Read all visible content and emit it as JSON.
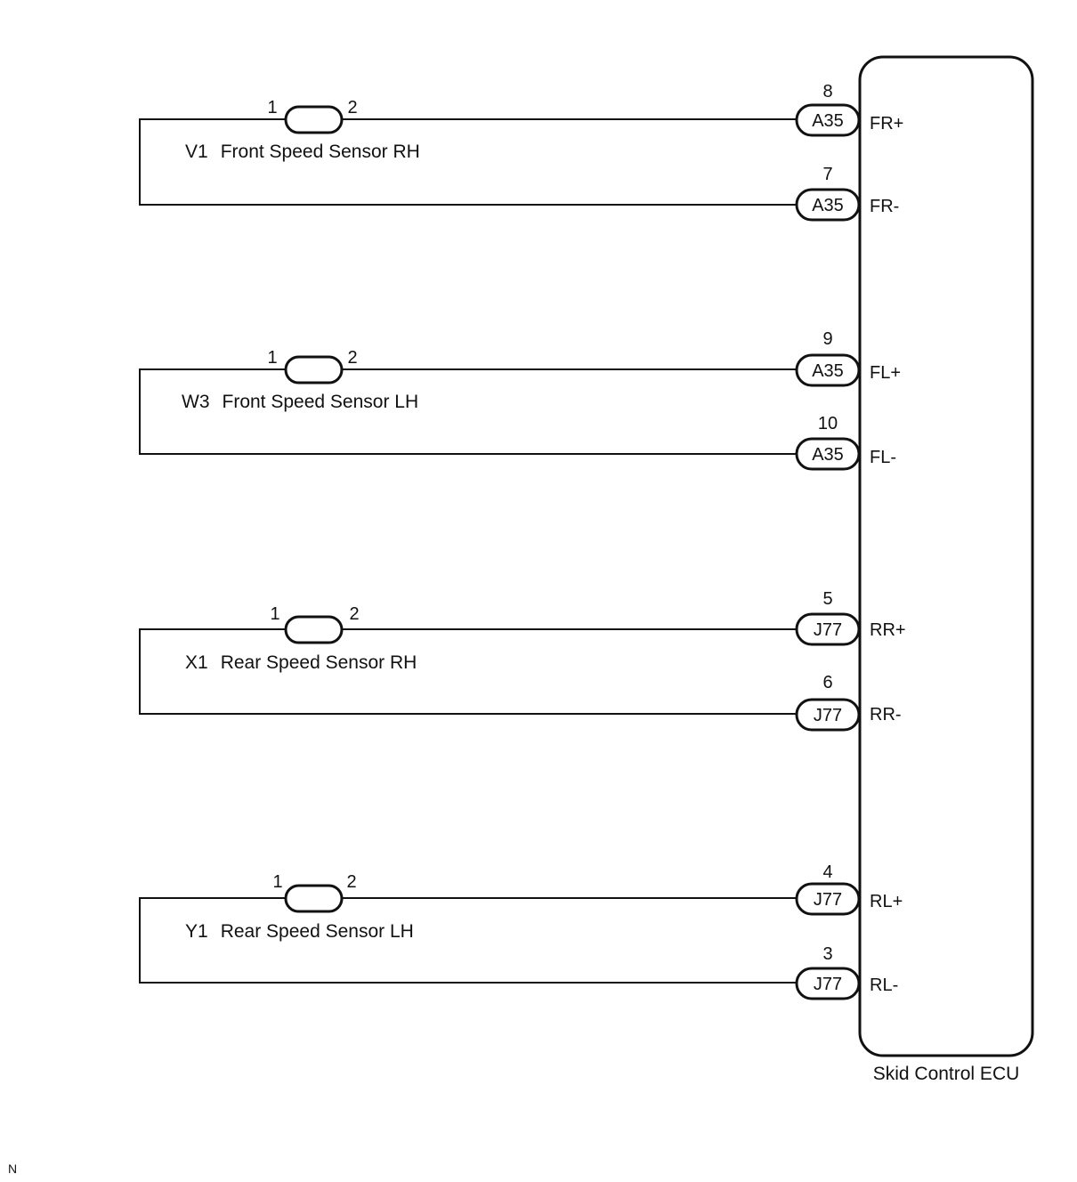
{
  "ecu": {
    "label": "Skid Control ECU"
  },
  "corner_mark": "N",
  "sensors": [
    {
      "code": "V1",
      "name": "Front Speed Sensor RH",
      "sensor_pins": [
        "1",
        "2"
      ],
      "upper": {
        "connector": "A35",
        "pin": "8",
        "terminal": "FR+"
      },
      "lower": {
        "connector": "A35",
        "pin": "7",
        "terminal": "FR-"
      }
    },
    {
      "code": "W3",
      "name": "Front Speed Sensor LH",
      "sensor_pins": [
        "1",
        "2"
      ],
      "upper": {
        "connector": "A35",
        "pin": "9",
        "terminal": "FL+"
      },
      "lower": {
        "connector": "A35",
        "pin": "10",
        "terminal": "FL-"
      }
    },
    {
      "code": "X1",
      "name": "Rear Speed Sensor RH",
      "sensor_pins": [
        "1",
        "2"
      ],
      "upper": {
        "connector": "J77",
        "pin": "5",
        "terminal": "RR+"
      },
      "lower": {
        "connector": "J77",
        "pin": "6",
        "terminal": "RR-"
      }
    },
    {
      "code": "Y1",
      "name": "Rear Speed Sensor LH",
      "sensor_pins": [
        "1",
        "2"
      ],
      "upper": {
        "connector": "J77",
        "pin": "4",
        "terminal": "RL+"
      },
      "lower": {
        "connector": "J77",
        "pin": "3",
        "terminal": "RL-"
      }
    }
  ]
}
